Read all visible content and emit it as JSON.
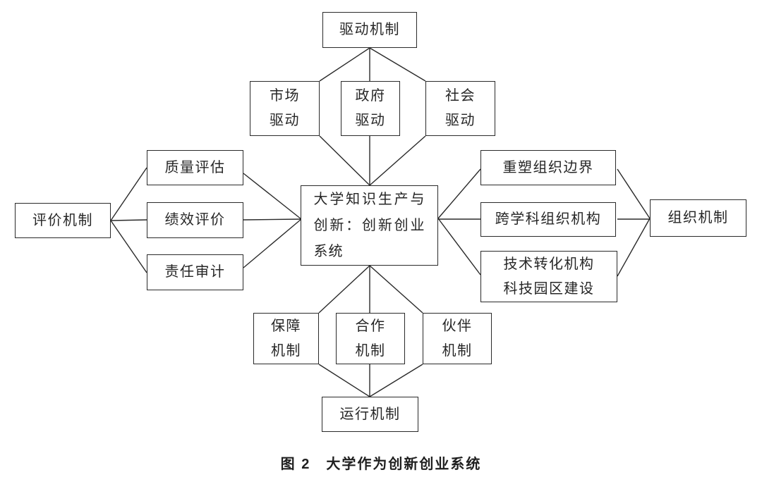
{
  "figure": {
    "caption": "图 2　大学作为创新创业系统"
  },
  "nodes": {
    "center": "大学知识生产与创新：创新创业系统",
    "drive_mechanism": "驱动机制",
    "market_drive": "市场\n驱动",
    "government_drive": "政府\n驱动",
    "social_drive": "社会\n驱动",
    "evaluation_mechanism": "评价机制",
    "quality_assessment": "质量评估",
    "performance_evaluation": "绩效评价",
    "responsibility_audit": "责任审计",
    "reshape_org_boundary": "重塑组织边界",
    "interdisciplinary_org": "跨学科组织机构",
    "tech_transfer_park": "技术转化机构\n科技园区建设",
    "organization_mechanism": "组织机制",
    "guarantee_mechanism": "保障\n机制",
    "cooperation_mechanism": "合作\n机制",
    "partner_mechanism": "伙伴\n机制",
    "operation_mechanism": "运行机制"
  },
  "colors": {
    "line": "#2a2a2a",
    "text": "#262626",
    "background": "#ffffff"
  }
}
